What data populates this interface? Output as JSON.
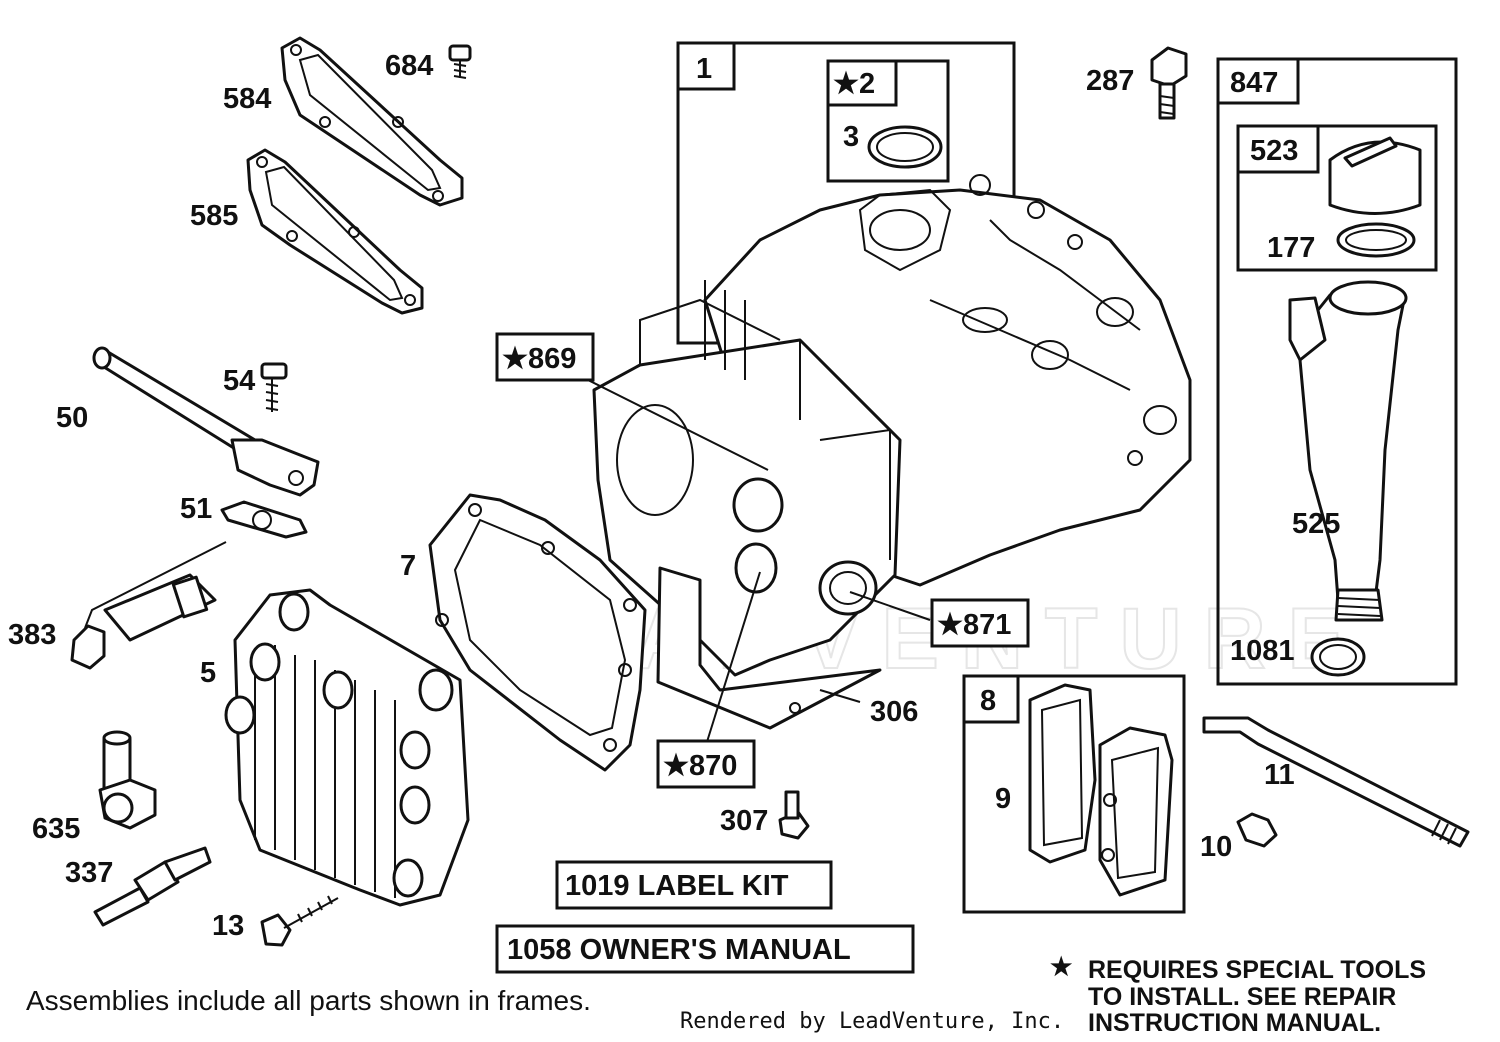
{
  "callouts": {
    "c684": "684",
    "c584": "584",
    "c585": "585",
    "c54": "54",
    "c50": "50",
    "c51": "51",
    "c383": "383",
    "c5": "5",
    "c635": "635",
    "c337": "337",
    "c13": "13",
    "c7": "7",
    "c306": "306",
    "c307": "307",
    "c3": "3",
    "c287": "287",
    "c177": "177",
    "c525": "525",
    "c1081": "1081",
    "c9": "9",
    "c11": "11",
    "c10": "10"
  },
  "frames": {
    "f1": "1",
    "f2": "★2",
    "f847": "847",
    "f523": "523",
    "f8": "8"
  },
  "tags": {
    "t869": "★869",
    "t871": "★871",
    "t870": "★870"
  },
  "kits": {
    "label_kit": "1019 LABEL KIT",
    "owners_manual": "1058 OWNER'S MANUAL"
  },
  "footer": {
    "assemblies_note": "Assemblies include all parts shown in frames.",
    "credit": "Rendered by LeadVenture, Inc."
  },
  "special_tools_note": {
    "star": "★",
    "line1": "REQUIRES SPECIAL TOOLS",
    "line2": "TO INSTALL.  SEE REPAIR",
    "line3": "INSTRUCTION MANUAL."
  },
  "watermark": "LEADVENTURE"
}
